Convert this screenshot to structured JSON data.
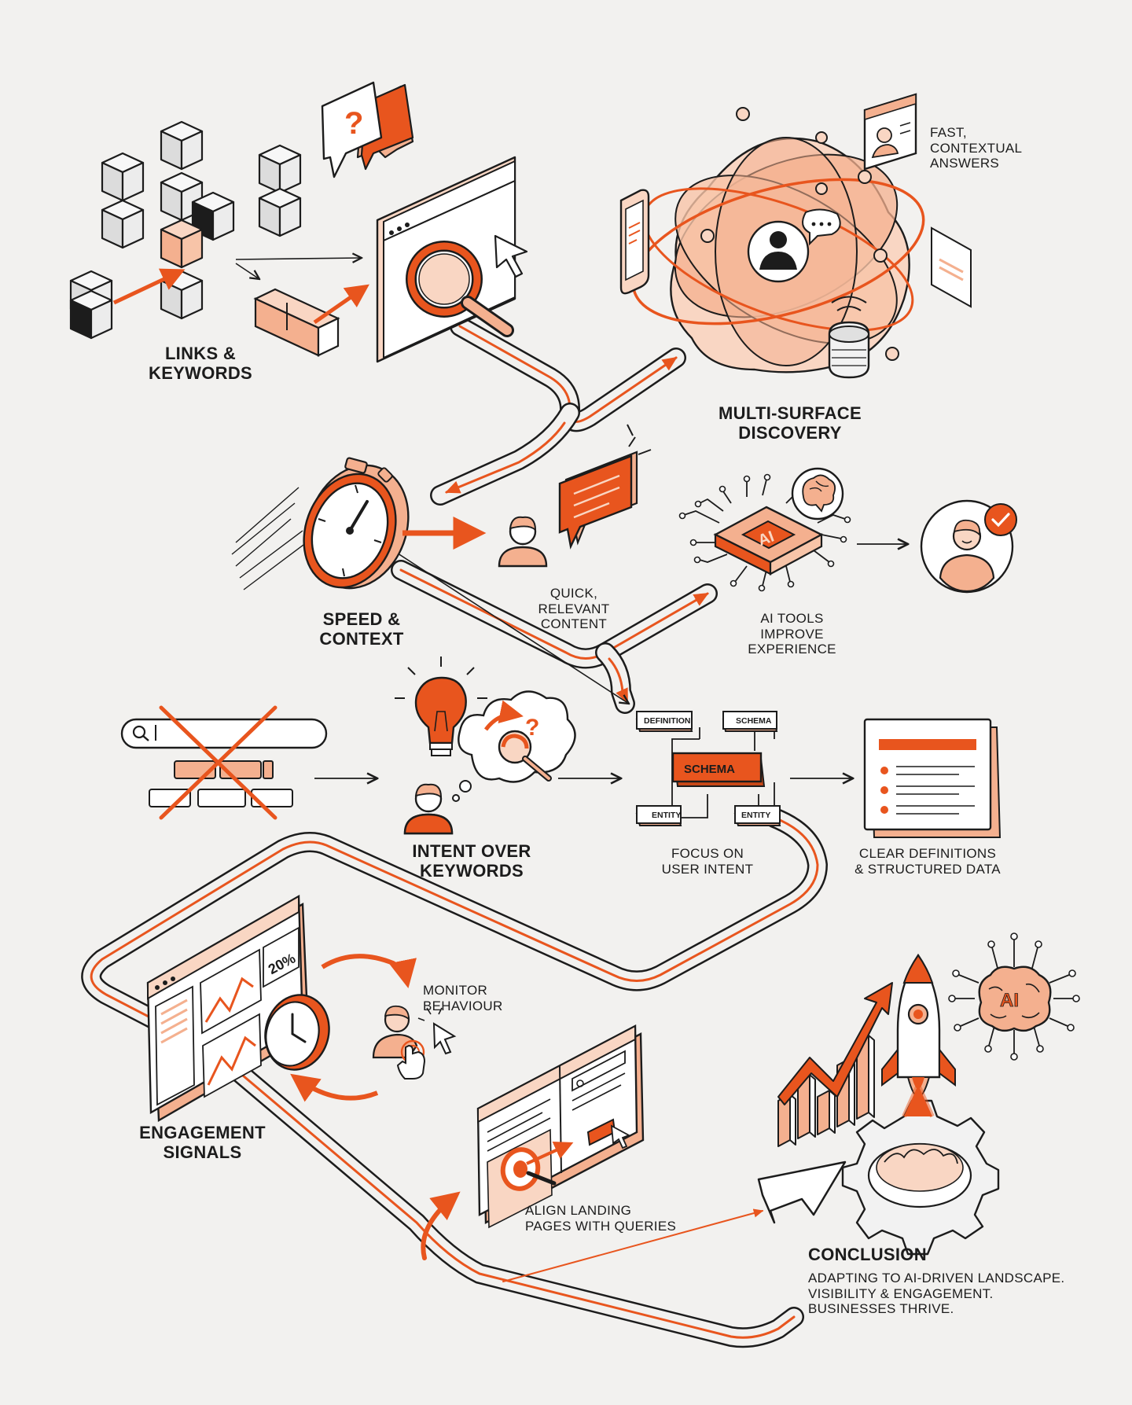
{
  "colors": {
    "accent": "#e8551e",
    "peach": "#f4b08f",
    "light_peach": "#f9d6c3",
    "ink": "#1c1c1c",
    "grey": "#dcdcdc",
    "background": "#f2f1ef"
  },
  "icons": [
    "cube-icon",
    "question-bubble-icon",
    "browser-search-icon",
    "cursor-icon",
    "globe-network-icon",
    "phone-icon",
    "profile-card-icon",
    "smart-speaker-icon",
    "stopwatch-icon",
    "person-icon",
    "chat-bubble-icon",
    "ai-chip-icon",
    "brain-icon",
    "user-check-icon",
    "search-bar-icon",
    "lightbulb-icon",
    "thought-bubble-icon",
    "schema-diagram-icon",
    "document-list-icon",
    "dashboard-icon",
    "clock-icon",
    "pointer-hand-icon",
    "landing-page-icon",
    "growth-chart-icon",
    "rocket-icon",
    "gear-icon",
    "ai-brain-icon"
  ],
  "nodes": {
    "links_keywords": "LINKS &\nKEYWORDS",
    "fast_answers": "FAST,\nCONTEXTUAL\nANSWERS",
    "multi_surface": "MULTI-SURFACE\nDISCOVERY",
    "speed_context": "SPEED &\nCONTEXT",
    "quick_content": "QUICK,\nRELEVANT\nCONTENT",
    "ai_tools": "AI TOOLS\nIMPROVE\nEXPERIENCE",
    "intent_keywords": "INTENT OVER\nKEYWORDS",
    "focus_intent": "FOCUS ON\nUSER INTENT",
    "clear_definitions": "CLEAR DEFINITIONS\n& STRUCTURED DATA",
    "monitor_behaviour": "MONITOR\nBEHAVIOUR",
    "engagement_signals": "ENGAGEMENT\nSIGNALS",
    "align_landing": "ALIGN LANDING\nPAGES WITH QUERIES",
    "conclusion_title": "CONCLUSION",
    "conclusion_body": "ADAPTING TO AI-DRIVEN LANDSCAPE.\nVISIBILITY & ENGAGEMENT.\nBUSINESSES THRIVE."
  },
  "schema": {
    "definition": "DEFINITION",
    "schema_small": "SCHEMA",
    "schema_main": "SCHEMA",
    "entity_left": "ENTITY",
    "entity_right": "ENTITY"
  },
  "dashboard": {
    "percent": "20%"
  },
  "ai_chip": {
    "label": "AI"
  },
  "ai_brain": {
    "label": "AI"
  }
}
